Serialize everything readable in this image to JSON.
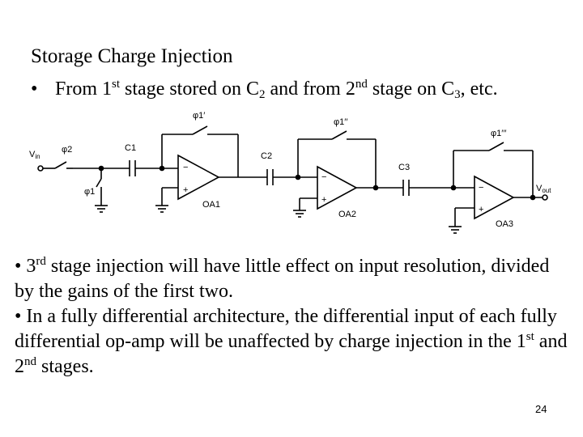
{
  "slide": {
    "title": "Storage Charge Injection",
    "bullet1": {
      "marker": "•",
      "t1": "From 1",
      "s1": "st",
      "t2": " stage stored on C",
      "n1": "2",
      "t3": "  and from 2",
      "s2": "nd",
      "t4": " stage on C",
      "n2": "3",
      "t5": ", etc."
    },
    "bullet2": {
      "t1": "• 3",
      "s1": "rd",
      "t2": " stage injection will have little effect on input resolution, divided by the gains of the first two."
    },
    "bullet3": {
      "t1": "• In a fully differential architecture, the differential input of each fully differential op-amp will be unaffected by charge injection in the 1",
      "s1": "st",
      "t2": " and 2",
      "s2": "nd",
      "t3": " stages."
    },
    "page_number": "24"
  },
  "circuit": {
    "vin": "V",
    "vin_sub": "in",
    "phi2": "φ2",
    "phi1": "φ1",
    "phi1p": "φ1′",
    "phi1pp": "φ1′′",
    "phi1ppp": "φ1′′′",
    "c1": "C1",
    "c2": "C2",
    "c3": "C3",
    "oa1": "OA1",
    "oa2": "OA2",
    "oa3": "OA3",
    "vout": "V",
    "vout_sub": "out",
    "minus": "−",
    "plus": "+"
  }
}
